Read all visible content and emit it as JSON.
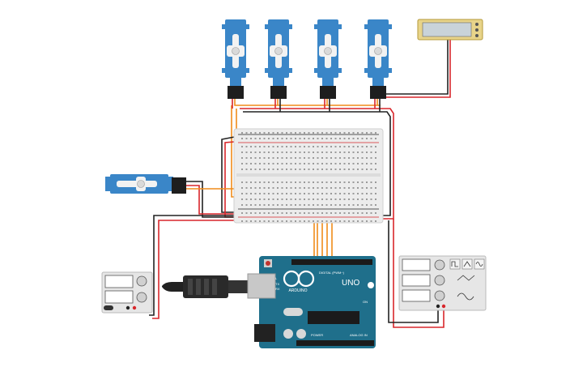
{
  "arduino": {
    "brand": "ARDUINO",
    "model": "UNO",
    "header_digital": "DIGITAL (PWM~)",
    "header_power": "POWER",
    "header_analog": "ANALOG IN",
    "label_tx": "TX",
    "label_rx": "RX",
    "label_l": "L",
    "label_on": "ON",
    "color": "#1f6f8b"
  },
  "multimeter": {
    "colors": {
      "body": "#e8d48a",
      "screen": "#c9d3d9"
    }
  },
  "power_supply": {
    "colors": {
      "body": "#e6e6e6"
    }
  },
  "function_generator": {
    "colors": {
      "body": "#e6e6e6"
    }
  },
  "servos": {
    "count": 5,
    "color": "#3a86c8"
  },
  "wire_colors": {
    "signal": "#f08c1a",
    "power": "#d8262b",
    "ground": "#222222"
  }
}
